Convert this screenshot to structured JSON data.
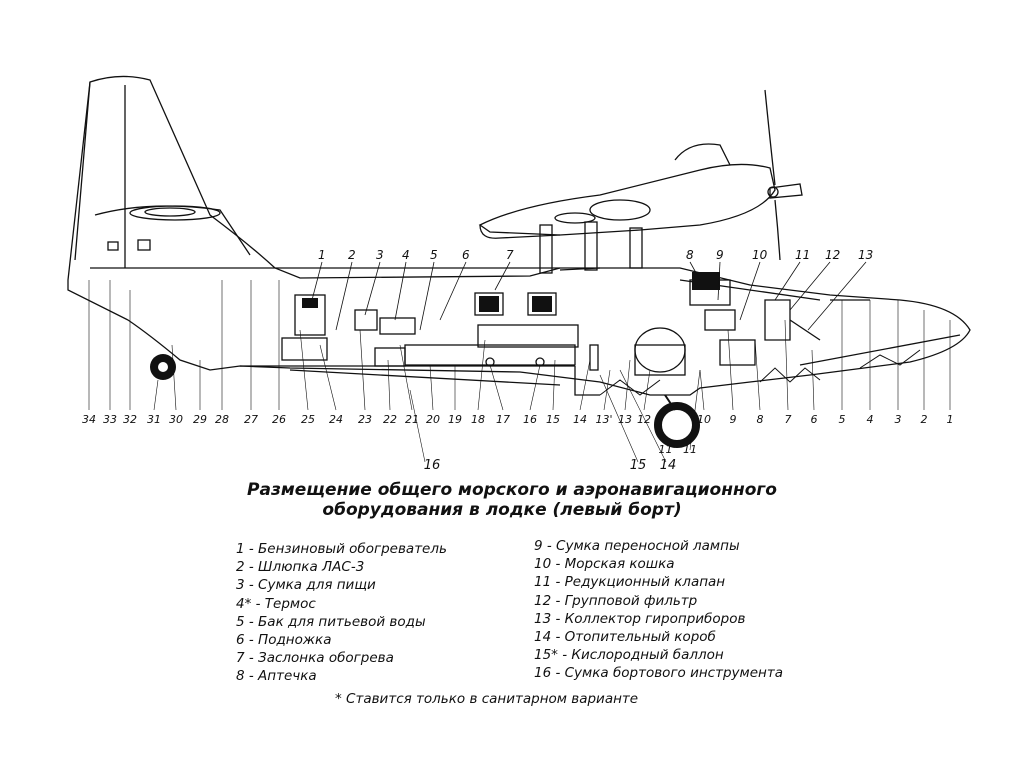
{
  "title_line1": "Размещение общего морского и аэронавигационного",
  "title_line2": "оборудования в лодке (левый борт)",
  "callouts_top": [
    "1",
    "2",
    "3",
    "4",
    "5",
    "6",
    "7",
    "8",
    "9",
    "10",
    "11",
    "12",
    "13"
  ],
  "callouts_bottom": [
    "34",
    "33",
    "32",
    "31",
    "30",
    "29",
    "28",
    "27",
    "26",
    "25",
    "24",
    "23",
    "22",
    "21",
    "20",
    "19",
    "18",
    "17",
    "16",
    "15",
    "14",
    "13'",
    "13",
    "12",
    "10",
    "9",
    "8",
    "7",
    "6",
    "5",
    "4",
    "3",
    "2",
    "1"
  ],
  "callouts_extra": [
    "11'",
    "11",
    "16",
    "15",
    "14"
  ],
  "legend_left": [
    "1 - Бензиновый обогреватель",
    "2 - Шлюпка ЛАС-3",
    "3 - Сумка для пищи",
    "4* - Термос",
    "5 - Бак для питьевой воды",
    "6 - Подножка",
    "7 - Заслонка обогрева",
    "8 - Аптечка"
  ],
  "legend_right": [
    "9 - Сумка переносной лампы",
    "10 - Морская кошка",
    "11 - Редукционный клапан",
    "12 - Групповой фильтр",
    "13 - Коллектор гироприборов",
    "14 - Отопительный короб",
    "15* - Кислородный баллон",
    "16 - Сумка бортового инструмента"
  ],
  "footnote": "* Ставится только в санитарном варианте"
}
